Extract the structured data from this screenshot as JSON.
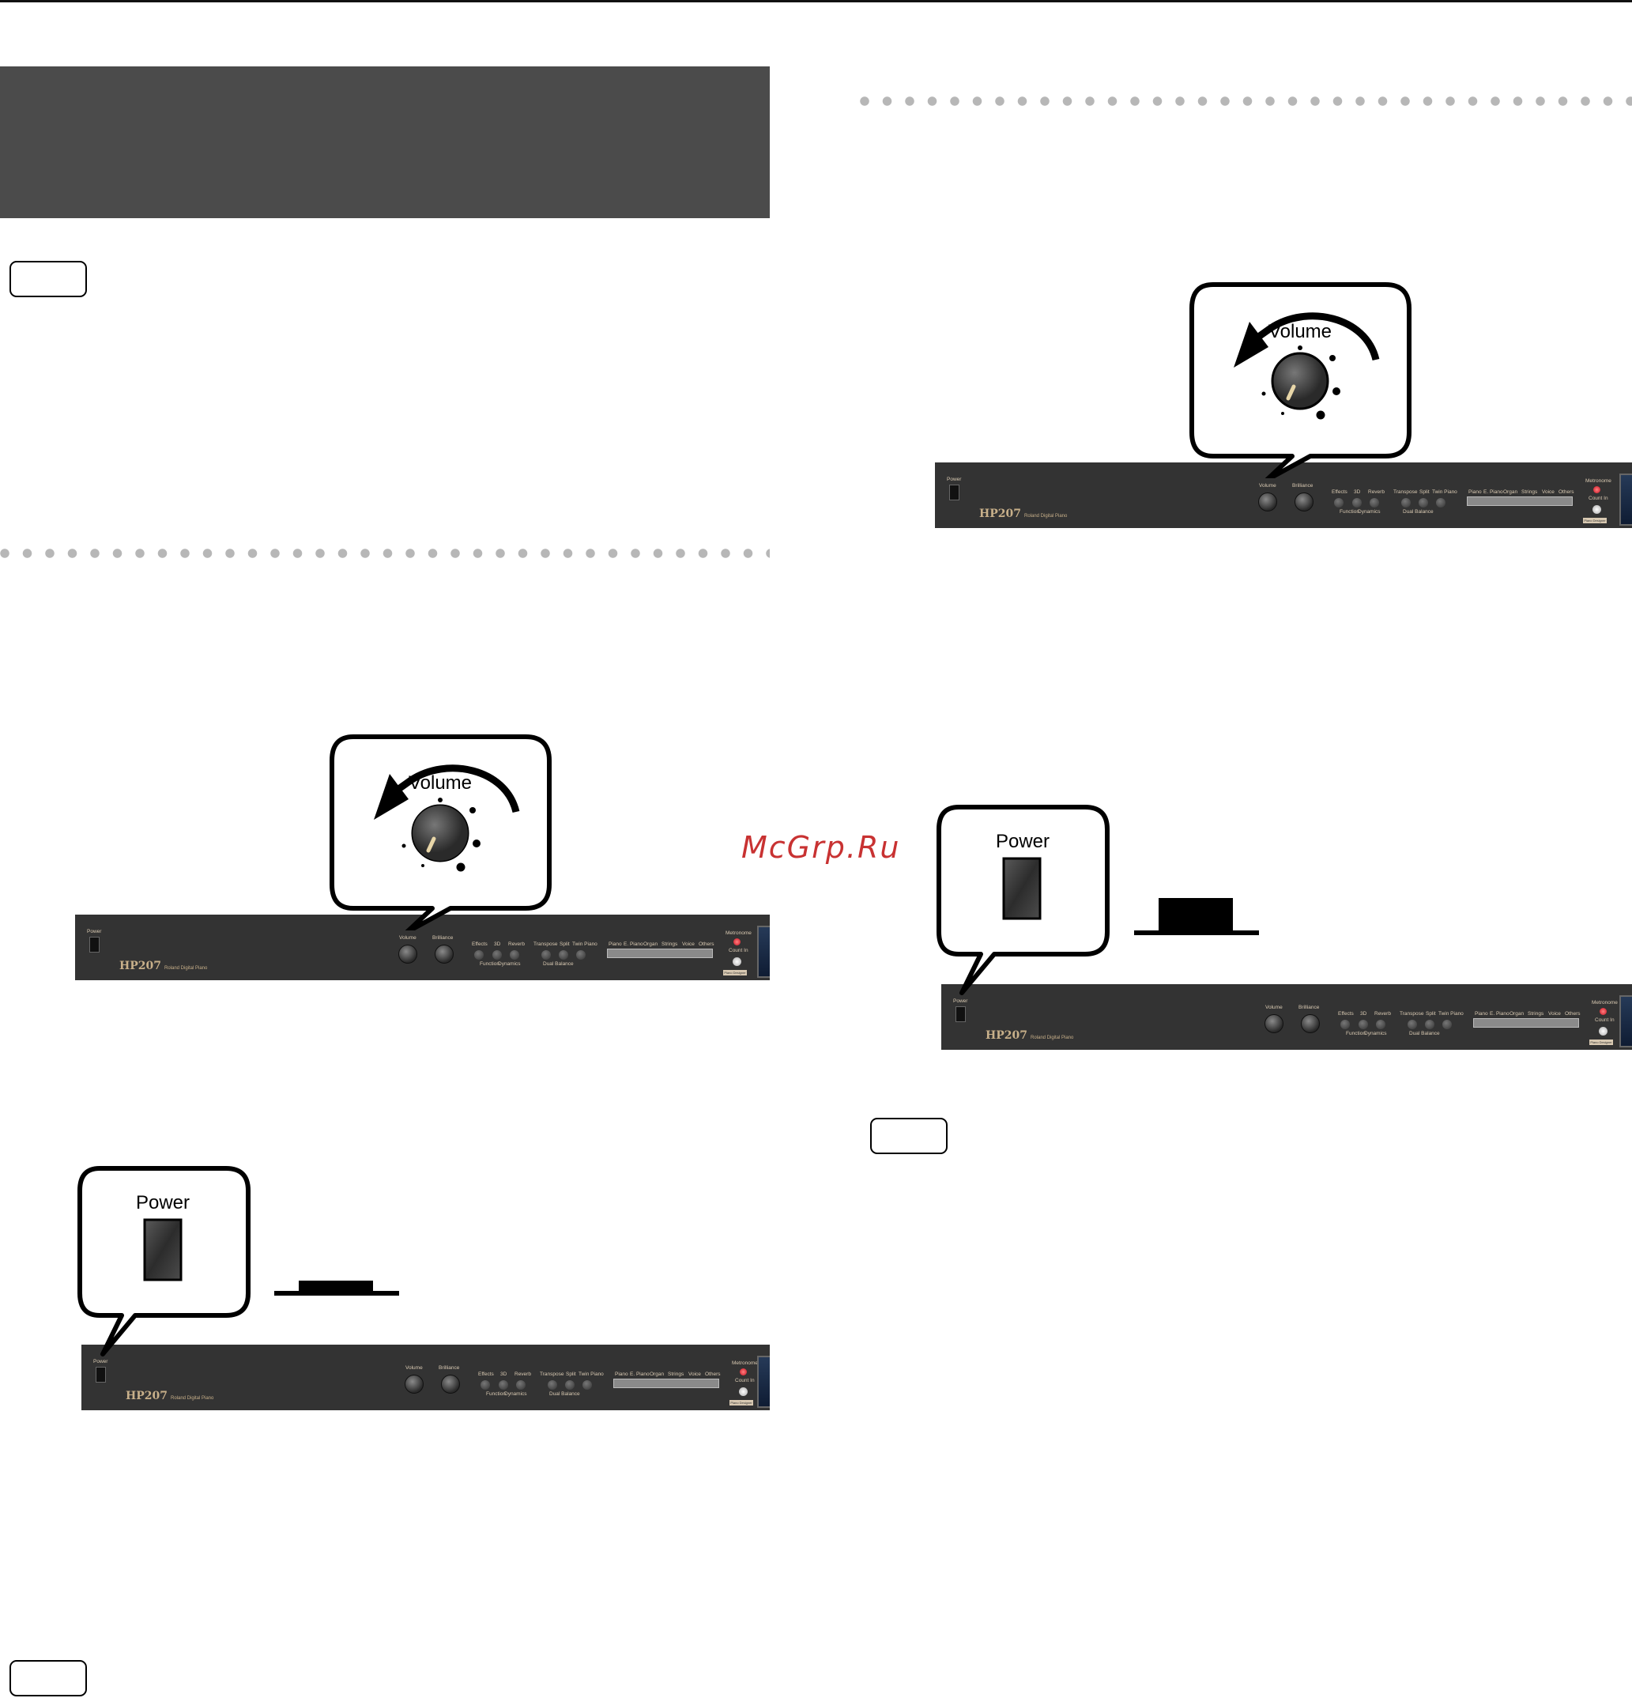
{
  "watermark": "McGrp.Ru",
  "illustrations": {
    "volume_label": "Volume",
    "power_label": "Power",
    "panel": {
      "model": "HP207",
      "brand_line": "Roland Digital Piano",
      "power": "Power",
      "volume": "Volume",
      "brilliance": "Brilliance",
      "effects": "Effects",
      "three_d": "3D",
      "reverb": "Reverb",
      "function": "Function",
      "dynamics": "Dynamics",
      "transpose": "Transpose",
      "split": "Split",
      "twin_piano": "Twin Piano",
      "dual_balance": "Dual Balance",
      "piano": "Piano",
      "e_piano": "E. Piano",
      "organ": "Organ",
      "strings": "Strings",
      "voice": "Voice",
      "others": "Others",
      "metronome": "Metronome",
      "count_in": "Count In",
      "piano_designer": "Piano Designer"
    }
  }
}
